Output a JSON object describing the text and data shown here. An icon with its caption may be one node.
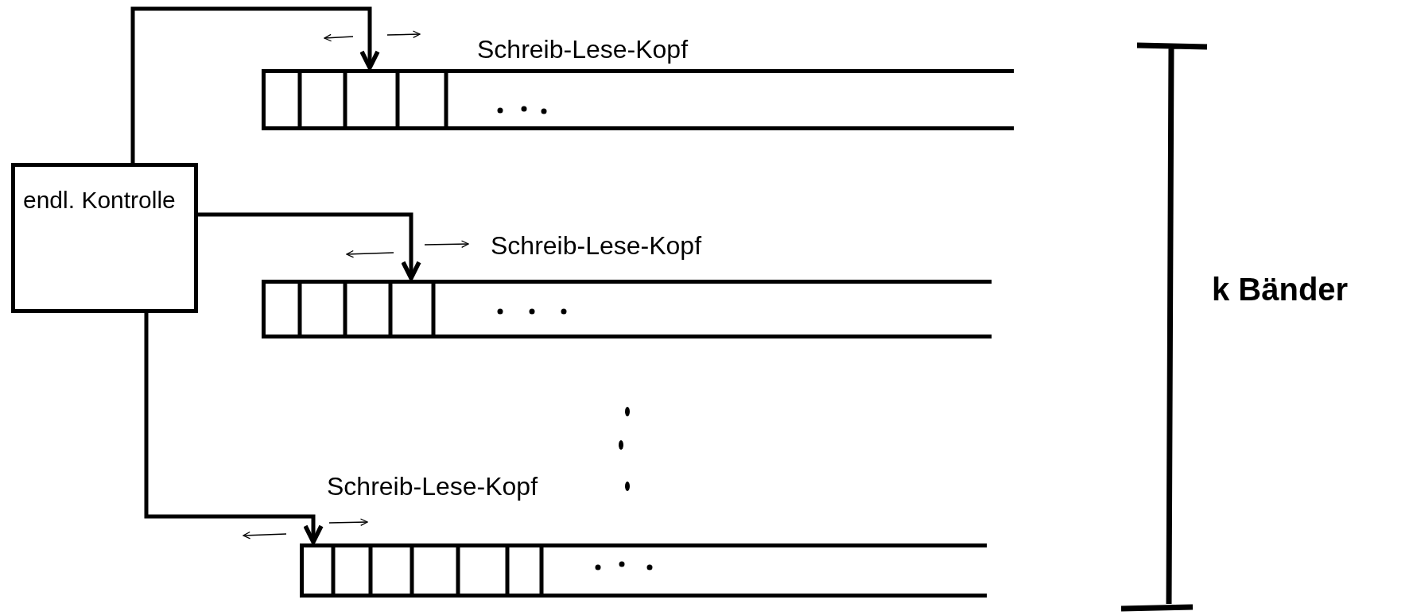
{
  "diagram": {
    "nodes": [
      {
        "text": [
          "endl. Kontrolle"
        ]
      },
      {
        "text": [],
        "shape": "box",
        "beside": [
          "Schreib-Lese-Kopf"
        ]
      },
      {
        "text": [],
        "shape": "box",
        "beside": [
          "Schreib-Lese-Kopf"
        ]
      },
      {
        "text": [],
        "shape": "box",
        "beside": [
          "Schreib-Lese-Kopf"
        ]
      }
    ],
    "edges": [
      {
        "from": 0,
        "to": 1,
        "arrow": "to"
      },
      {
        "from": 0,
        "to": 2,
        "arrow": "to"
      },
      {
        "from": 0,
        "to": 3,
        "arrow": "to"
      }
    ],
    "labels": [
      "k Bänder"
    ]
  }
}
